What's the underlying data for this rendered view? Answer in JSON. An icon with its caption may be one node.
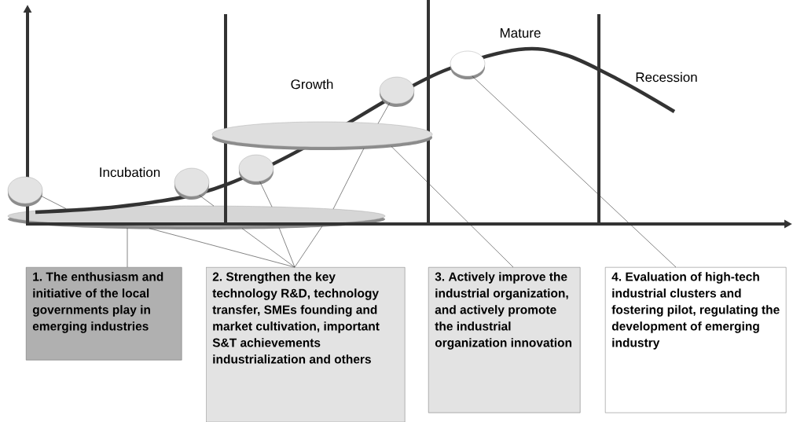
{
  "diagram": {
    "nodes": [
      {
        "text": [],
        "shape": "ellipse"
      },
      {
        "text": [],
        "shape": "ellipse"
      },
      {
        "text": [],
        "shape": "ellipse"
      },
      {
        "text": [],
        "shape": "ellipse"
      },
      {
        "text": [],
        "shape": "ellipse"
      },
      {
        "text": [],
        "shape": "ellipse"
      },
      {
        "text": [],
        "shape": "ellipse"
      },
      {
        "text": [
          "1. The enthusiasm and initiative of the local governments play in emerging industries"
        ]
      },
      {
        "text": [
          "2. Strengthen the key technology R&D, technology transfer, SMEs founding and market cultivation, important S&T achievements industrialization and others"
        ]
      },
      {
        "text": [
          "3. Actively improve the industrial organization, and actively promote the industrial organization innovation"
        ]
      },
      {
        "text": [
          "4. Evaluation of high-tech industrial clusters and fostering pilot, regulating the development of emerging industry"
        ]
      }
    ],
    "edges": [
      {
        "from": 0,
        "to": 6,
        "arrow": "none"
      },
      {
        "from": 1,
        "to": 6,
        "arrow": "none"
      },
      {
        "from": 2,
        "to": 6,
        "arrow": "none"
      },
      {
        "from": 3,
        "to": 6,
        "arrow": "none"
      },
      {
        "from": 4,
        "to": 3,
        "arrow": "none"
      },
      {
        "from": 3,
        "to": 9,
        "arrow": "none"
      },
      {
        "from": 5,
        "to": 10,
        "arrow": "none"
      },
      {
        "from": 6,
        "to": 7,
        "arrow": "none"
      },
      {
        "from": 6,
        "to": 8,
        "arrow": "none"
      },
      {
        "from": 6,
        "to": 8,
        "arrow": "none"
      },
      {
        "from": 6,
        "to": 8,
        "arrow": "none"
      },
      {
        "from": 6,
        "to": 8,
        "arrow": "none"
      }
    ],
    "labels": [
      "Incubation",
      "Growth",
      "Mature",
      "Recession"
    ]
  }
}
